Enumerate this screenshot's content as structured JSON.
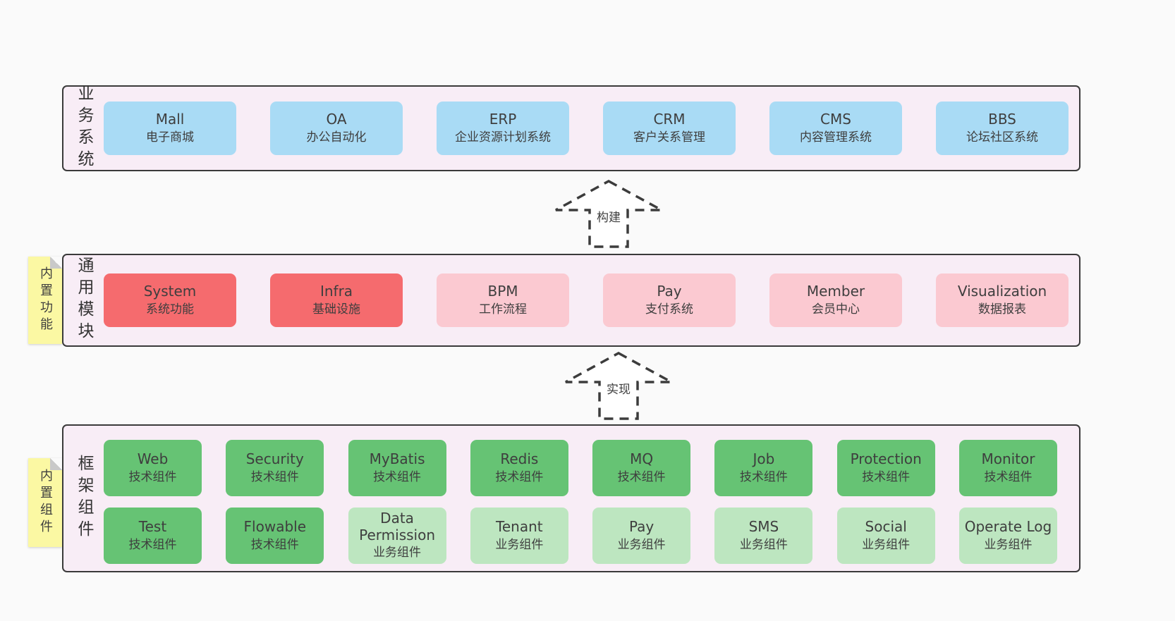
{
  "colors": {
    "page_background": "#fafafa",
    "container_fill": "#f8edf6",
    "container_border": "#3a3a3a",
    "box_blue": "#a9dbf5",
    "box_red": "#f56b6e",
    "box_pink": "#fbc9d1",
    "box_green": "#66c374",
    "box_green_light": "#bde6c0",
    "note_yellow": "#fbf8a3",
    "note_fold_gray": "#c9c9c9",
    "text": "#3e3e3e"
  },
  "arrows": [
    {
      "label": "构建"
    },
    {
      "label": "实现"
    }
  ],
  "layers": {
    "business": {
      "label": "业务系统",
      "boxes": [
        {
          "en": "Mall",
          "cn": "电子商城",
          "variant": "blue"
        },
        {
          "en": "OA",
          "cn": "办公自动化",
          "variant": "blue"
        },
        {
          "en": "ERP",
          "cn": "企业资源计划系统",
          "variant": "blue"
        },
        {
          "en": "CRM",
          "cn": "客户关系管理",
          "variant": "blue"
        },
        {
          "en": "CMS",
          "cn": "内容管理系统",
          "variant": "blue"
        },
        {
          "en": "BBS",
          "cn": "论坛社区系统",
          "variant": "blue"
        }
      ]
    },
    "modules": {
      "label": "通用模块",
      "note": "内置功能",
      "boxes": [
        {
          "en": "System",
          "cn": "系统功能",
          "variant": "red"
        },
        {
          "en": "Infra",
          "cn": "基础设施",
          "variant": "red"
        },
        {
          "en": "BPM",
          "cn": "工作流程",
          "variant": "pink"
        },
        {
          "en": "Pay",
          "cn": "支付系统",
          "variant": "pink"
        },
        {
          "en": "Member",
          "cn": "会员中心",
          "variant": "pink"
        },
        {
          "en": "Visualization",
          "cn": "数据报表",
          "variant": "pink"
        }
      ]
    },
    "components": {
      "label": "框架组件",
      "note": "内置组件",
      "row1": [
        {
          "en": "Web",
          "cn": "技术组件",
          "variant": "green"
        },
        {
          "en": "Security",
          "cn": "技术组件",
          "variant": "green"
        },
        {
          "en": "MyBatis",
          "cn": "技术组件",
          "variant": "green"
        },
        {
          "en": "Redis",
          "cn": "技术组件",
          "variant": "green"
        },
        {
          "en": "MQ",
          "cn": "技术组件",
          "variant": "green"
        },
        {
          "en": "Job",
          "cn": "技术组件",
          "variant": "green"
        },
        {
          "en": "Protection",
          "cn": "技术组件",
          "variant": "green"
        },
        {
          "en": "Monitor",
          "cn": "技术组件",
          "variant": "green"
        }
      ],
      "row2": [
        {
          "en": "Test",
          "cn": "技术组件",
          "variant": "green"
        },
        {
          "en": "Flowable",
          "cn": "技术组件",
          "variant": "green"
        },
        {
          "en": "Data Permission",
          "cn": "业务组件",
          "variant": "green-light"
        },
        {
          "en": "Tenant",
          "cn": "业务组件",
          "variant": "green-light"
        },
        {
          "en": "Pay",
          "cn": "业务组件",
          "variant": "green-light"
        },
        {
          "en": "SMS",
          "cn": "业务组件",
          "variant": "green-light"
        },
        {
          "en": "Social",
          "cn": "业务组件",
          "variant": "green-light"
        },
        {
          "en": "Operate Log",
          "cn": "业务组件",
          "variant": "green-light"
        }
      ]
    }
  }
}
